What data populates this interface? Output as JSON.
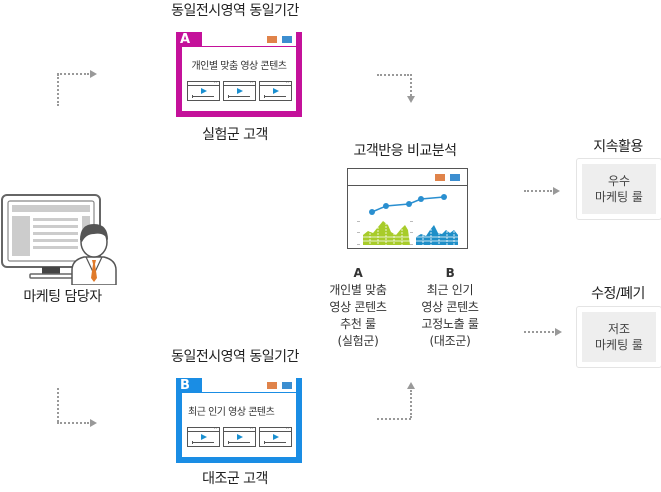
{
  "colors": {
    "group_a": "#c4119a",
    "group_b": "#1a8de4",
    "orange_sq": "#e0834a",
    "blue_sq": "#3c8ed0",
    "arrow": "#999999",
    "chart_line": "#2a8fd0",
    "chart_green": "#a8cc2a",
    "chart_blue": "#1f8fc8"
  },
  "manager": {
    "label": "마케팅 담당자",
    "icon": "monitor-person-icon"
  },
  "group_a": {
    "header": "동일전시영역 동일기간",
    "tab_letter": "A",
    "content_text": "개인별 맞춤 영상 콘텐츠",
    "caption": "실험군 고객"
  },
  "group_b": {
    "header": "동일전시영역 동일기간",
    "tab_letter": "B",
    "content_text": "최근 인기 영상 콘텐츠",
    "caption": "대조군 고객"
  },
  "analysis": {
    "title": "고객반응 비교분석",
    "legend_a": {
      "letter": "A",
      "lines": [
        "개인별 맞춤",
        "영상 콘텐츠",
        "추천 룰",
        "(실험군)"
      ]
    },
    "legend_b": {
      "letter": "B",
      "lines": [
        "최근 인기",
        "영상 콘텐츠",
        "고정노출 룰",
        "(대조군)"
      ]
    }
  },
  "outcomes": {
    "keep": {
      "title": "지속활용",
      "lines": [
        "우수",
        "마케팅 룰"
      ]
    },
    "revise": {
      "title": "수정/폐기",
      "lines": [
        "저조",
        "마케팅 룰"
      ]
    }
  }
}
